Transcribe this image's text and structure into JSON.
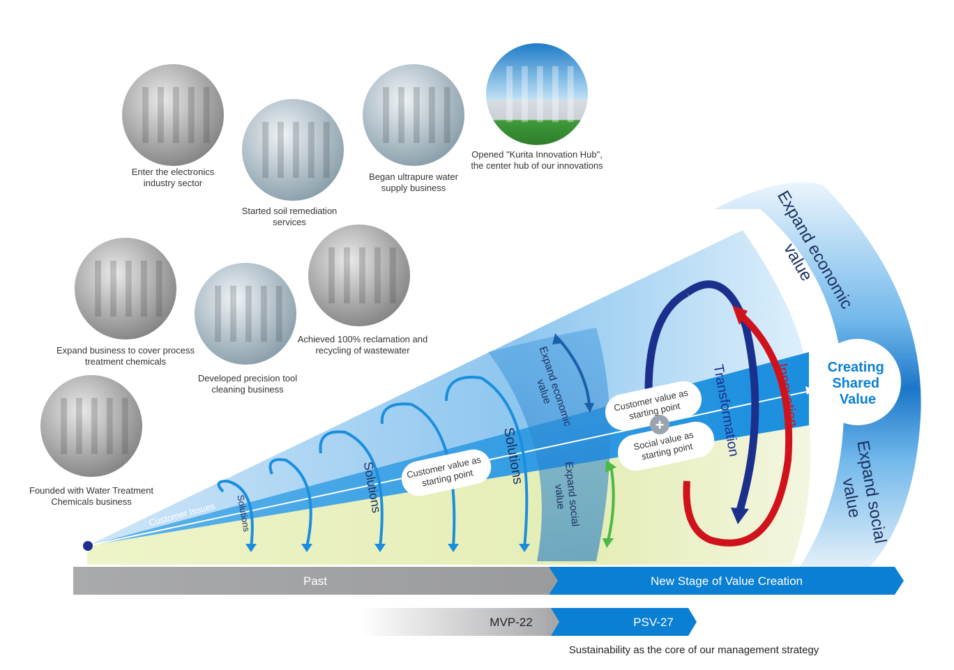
{
  "milestones": [
    {
      "key": "founded",
      "lines": [
        "Founded with Water Treatment",
        "Chemicals business"
      ],
      "photo": "water-treatment-equipment"
    },
    {
      "key": "process",
      "lines": [
        "Expand business to cover process",
        "treatment chemicals"
      ],
      "photo": "process-plant"
    },
    {
      "key": "electronics",
      "lines": [
        "Enter the electronics",
        "industry sector"
      ],
      "photo": "electronics-plant"
    },
    {
      "key": "soil",
      "lines": [
        "Started soil remediation",
        "services"
      ],
      "photo": "soil-drilling-rig"
    },
    {
      "key": "precision",
      "lines": [
        "Developed precision tool",
        "cleaning business"
      ],
      "photo": "cleanroom-worker"
    },
    {
      "key": "ultrapure",
      "lines": [
        "Began ultrapure water",
        "supply business"
      ],
      "photo": "ultrapure-water-plant"
    },
    {
      "key": "reclaim",
      "lines": [
        "Achieved 100% reclamation and",
        "recycling of wastewater"
      ],
      "photo": "reclamation-unit"
    },
    {
      "key": "hub",
      "lines": [
        "Opened \"Kurita Innovation Hub\",",
        "the center hub of our innovations"
      ],
      "photo": "innovation-hub-building"
    }
  ],
  "diagram": {
    "customer_issues": "Customer Issues",
    "solutions": "Solutions",
    "customer_value_1": [
      "Customer value as",
      "starting point"
    ],
    "customer_value_2": [
      "Customer value as",
      "starting point"
    ],
    "social_value": [
      "Social value as",
      "starting point"
    ],
    "expand_economic_small": [
      "Expand economic",
      "value"
    ],
    "expand_social_small": [
      "Expand social",
      "value"
    ],
    "expand_economic_large": [
      "Expand economic",
      "value"
    ],
    "expand_social_large": [
      "Expand social",
      "value"
    ],
    "transformation": "Transformation",
    "innovation": "Innovation",
    "csv": [
      "Creating",
      "Shared",
      "Value"
    ],
    "plus": "+"
  },
  "timeline": {
    "past": "Past",
    "new_stage": "New Stage of Value Creation",
    "mvp": "MVP-22",
    "psv": "PSV-27",
    "caption": "Sustainability as the core of our management strategy"
  },
  "colors": {
    "brand_blue": "#0a7fd4",
    "deep_blue": "#1b2f8c",
    "innovation_red": "#d0121d",
    "social_green": "#4cb848",
    "social_fill": "#e6eeb4",
    "economic_fill": "#9ccbee"
  }
}
